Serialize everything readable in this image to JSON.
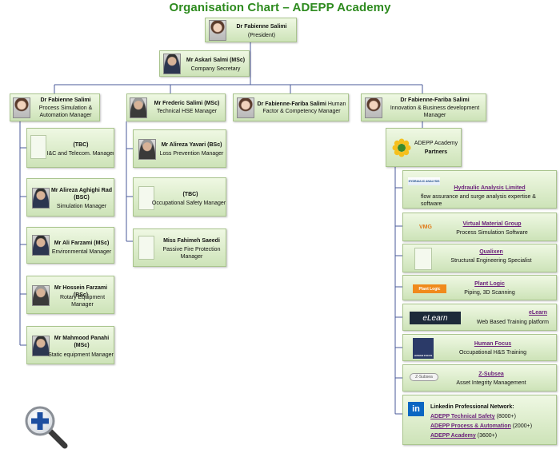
{
  "title": "Organisation Chart – ADEPP Academy",
  "president": {
    "name": "Dr Fabienne Salimi",
    "role": "(President)"
  },
  "secretary": {
    "name": "Mr Askari Salmi (MSc)",
    "role": "Company Secretary"
  },
  "managers": [
    {
      "name": "Dr Fabienne Salimi",
      "role": "Process Simulation & Automation Manager"
    },
    {
      "name": "Mr Frederic Salimi (MSc)",
      "role": "Technical HSE Manager"
    },
    {
      "name": "Dr Fabienne-Fariba Salimi",
      "role": "Human Factor & Competency Manager"
    },
    {
      "name": "Dr Fabienne-Fariba Salimi",
      "role": "Innovation & Business development Manager"
    }
  ],
  "process_team": [
    {
      "name": "(TBC)",
      "role": "I&C and Telecom. Manager"
    },
    {
      "name": "Mr Alireza Aghighi Rad (BSC)",
      "role": "Simulation Manager"
    },
    {
      "name": "Mr Ali Farzami (MSc)",
      "role": "Environmental Manager"
    },
    {
      "name": "Mr Hossein Farzami (BSc)",
      "role": "Rotary Equipment Manager"
    },
    {
      "name": "Mr Mahmood Panahi (MSc)",
      "role": "Static equipment Manager"
    }
  ],
  "hse_team": [
    {
      "name": "Mr Alireza Yavari (BSc)",
      "role": "Loss Prevention Manager"
    },
    {
      "name": "(TBC)",
      "role": "Occupational Safety Manager"
    },
    {
      "name": "Miss Fahimeh Saeedi",
      "role": "Passive Fire Protection Manager"
    }
  ],
  "academy": {
    "title": "ADEPP Academy",
    "subtitle": "Partners"
  },
  "partners": [
    {
      "name": "Hydraulic Analysis Limited",
      "desc": "flow assurance and surge analysis expertise & software",
      "logo": "HYDRAULIC ANALYSIS"
    },
    {
      "name": "Virtual Material Group",
      "desc": "Process Simulation Software",
      "logo": "VMG"
    },
    {
      "name": "Qualixen",
      "desc": "Structural Engineering Specialist",
      "logo": ""
    },
    {
      "name": "Plant Logic",
      "desc": "Piping, 3D Scanning",
      "logo": "Plant Logic"
    },
    {
      "name": "eLearn",
      "desc": "Web Based Training platform",
      "logo": "eLearn"
    },
    {
      "name": "Human Focus",
      "desc": "Occupational H&S Training",
      "logo": "HUMAN FOCUS"
    },
    {
      "name": "Z-Subsea",
      "desc": "Asset Integrity Management",
      "logo": "Z-Subsea"
    }
  ],
  "linkedin": {
    "heading": "Linkedin Professional Network:",
    "logo": "in",
    "groups": [
      {
        "name": "ADEPP Technical Safety",
        "count": "(8000+)"
      },
      {
        "name": "ADEPP Process & Automation",
        "count": "(2000+)"
      },
      {
        "name": "ADEPP Academy",
        "count": "(3600+)"
      }
    ]
  },
  "colors": {
    "title": "#2e8b1f",
    "box_top": "#eff8e3",
    "box_bottom": "#cde3b8",
    "link": "#6a1f7a",
    "line": "#4a5a9a"
  },
  "icons": {
    "zoom": "magnifier-plus-icon",
    "academy": "sun-flower-icon"
  }
}
